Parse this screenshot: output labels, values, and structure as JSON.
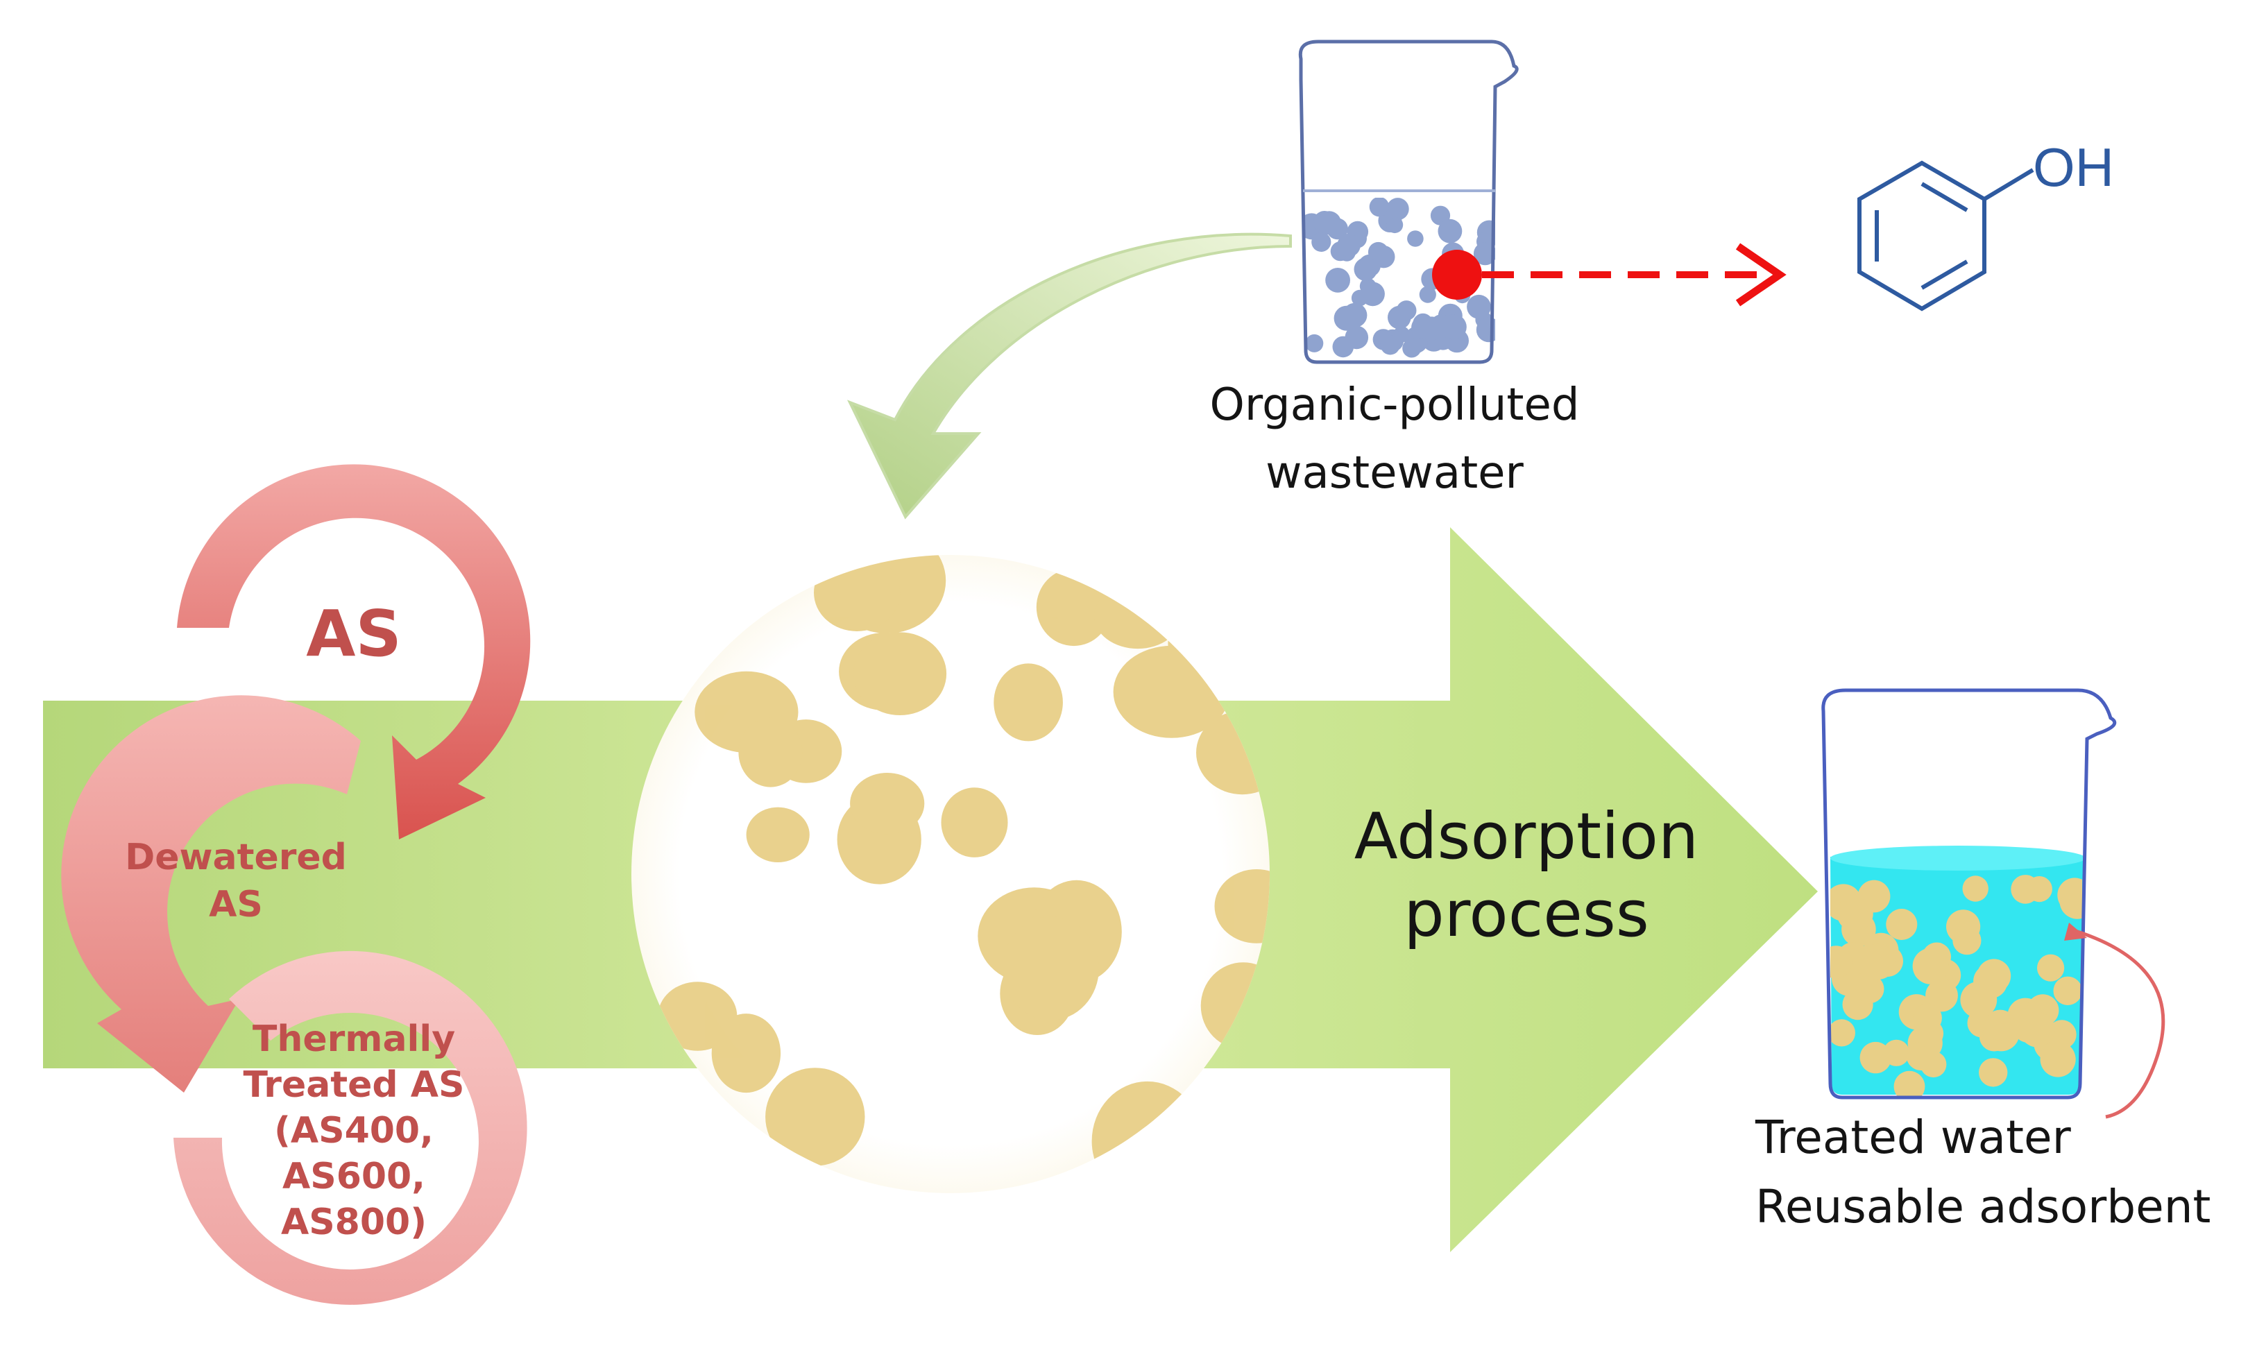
{
  "beaker_top": {
    "label_lines": [
      "Organic-polluted",
      "wastewater"
    ]
  },
  "molecule": {
    "substituent": "OH",
    "icon": "phenol-structure-icon"
  },
  "process": {
    "label_lines": [
      "Adsorption",
      "process"
    ]
  },
  "beaker_bottom": {
    "label_lines": [
      "Treated water",
      "Reusable adsorbent"
    ]
  },
  "cycle": {
    "stage1": "AS",
    "stage2_lines": [
      "Dewatered",
      "AS"
    ],
    "stage3_lines": [
      "Thermally",
      "Treated AS",
      "(AS400,",
      "AS600,",
      "AS800)"
    ]
  },
  "colors": {
    "green_arrow": "#c2e08a",
    "cycle_red": "#e57373",
    "pollutant_particles": "#8fa3cf",
    "adsorbent_particles": "#e8cf87",
    "treated_water": "#33e6f0",
    "pollutant_marker": "#ee1111",
    "molecule_line": "#2e5aa0"
  }
}
